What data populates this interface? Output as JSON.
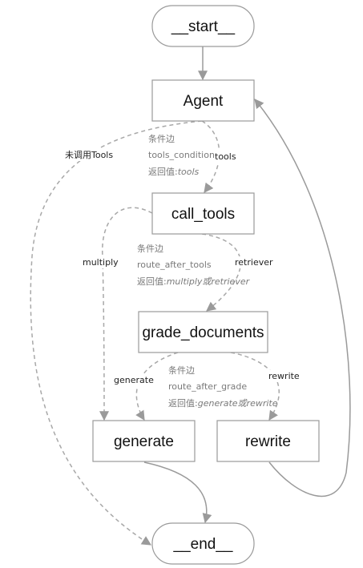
{
  "nodes": {
    "start": "__start__",
    "agent": "Agent",
    "call_tools": "call_tools",
    "grade_documents": "grade_documents",
    "generate": "generate",
    "rewrite": "rewrite",
    "end": "__end__"
  },
  "edge_labels": {
    "no_tools": "未调用Tools",
    "tools": "tools",
    "multiply": "multiply",
    "retriever": "retriever",
    "generate": "generate",
    "rewrite": "rewrite"
  },
  "notes": {
    "agent": {
      "kind": "条件边",
      "func": "tools_condition",
      "ret_prefix": "返回值:",
      "ret_value": "tools"
    },
    "call_tools": {
      "kind": "条件边",
      "func": "route_after_tools",
      "ret_prefix": "返回值:",
      "ret_value": "multiply或retriever"
    },
    "grade": {
      "kind": "条件边",
      "func": "route_after_grade",
      "ret_prefix": "返回值:",
      "ret_value": "generate或rewrite"
    }
  },
  "colors": {
    "node_border": "#9a9a9a",
    "edge": "#a8a8a8",
    "note_text": "#7a7a7a"
  }
}
